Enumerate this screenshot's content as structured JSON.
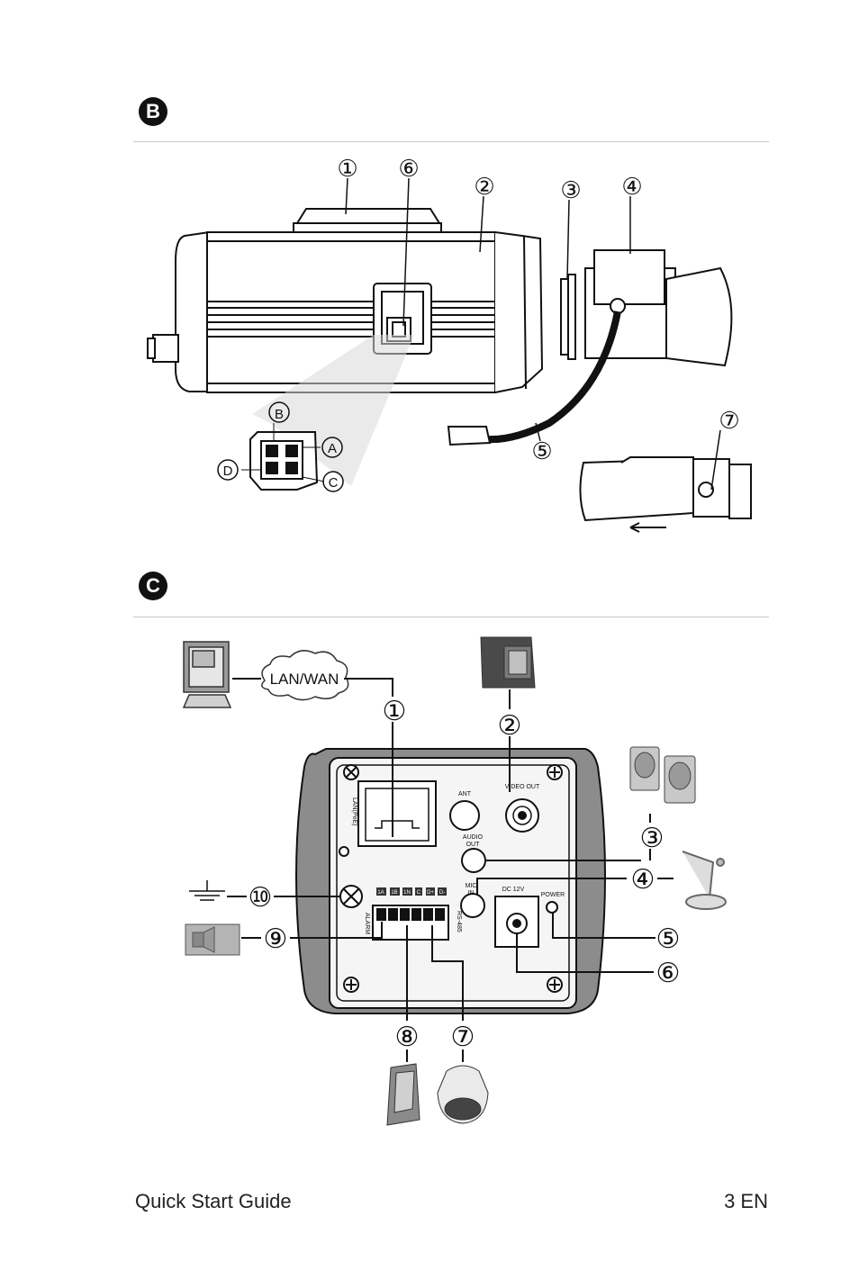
{
  "section_b": {
    "badge": "B",
    "callouts": [
      "①",
      "⑥",
      "②",
      "③",
      "④",
      "⑤",
      "⑦"
    ],
    "connector_pins": [
      "B",
      "A",
      "D",
      "C"
    ]
  },
  "section_c": {
    "badge": "C",
    "cloud_label": "LAN/WAN",
    "callouts": [
      "①",
      "②",
      "③",
      "④",
      "⑤",
      "⑥",
      "⑦",
      "⑧",
      "⑨",
      "⑩"
    ],
    "panel_labels": {
      "lan": "LAN(PoE)",
      "ant": "ANT",
      "video_out": "VIDEO OUT",
      "audio_out_1": "AUDIO",
      "audio_out_2": "OUT",
      "mic_in_1": "MIC",
      "mic_in_2": "IN",
      "dc": "DC 12V",
      "power": "POWER",
      "alarm": "ALARM",
      "rs485": "RS-485",
      "terminals": [
        "1A",
        "1B",
        "1N",
        "C",
        "D+",
        "D-"
      ]
    }
  },
  "footer": {
    "left": "Quick Start Guide",
    "right": "3 EN"
  }
}
